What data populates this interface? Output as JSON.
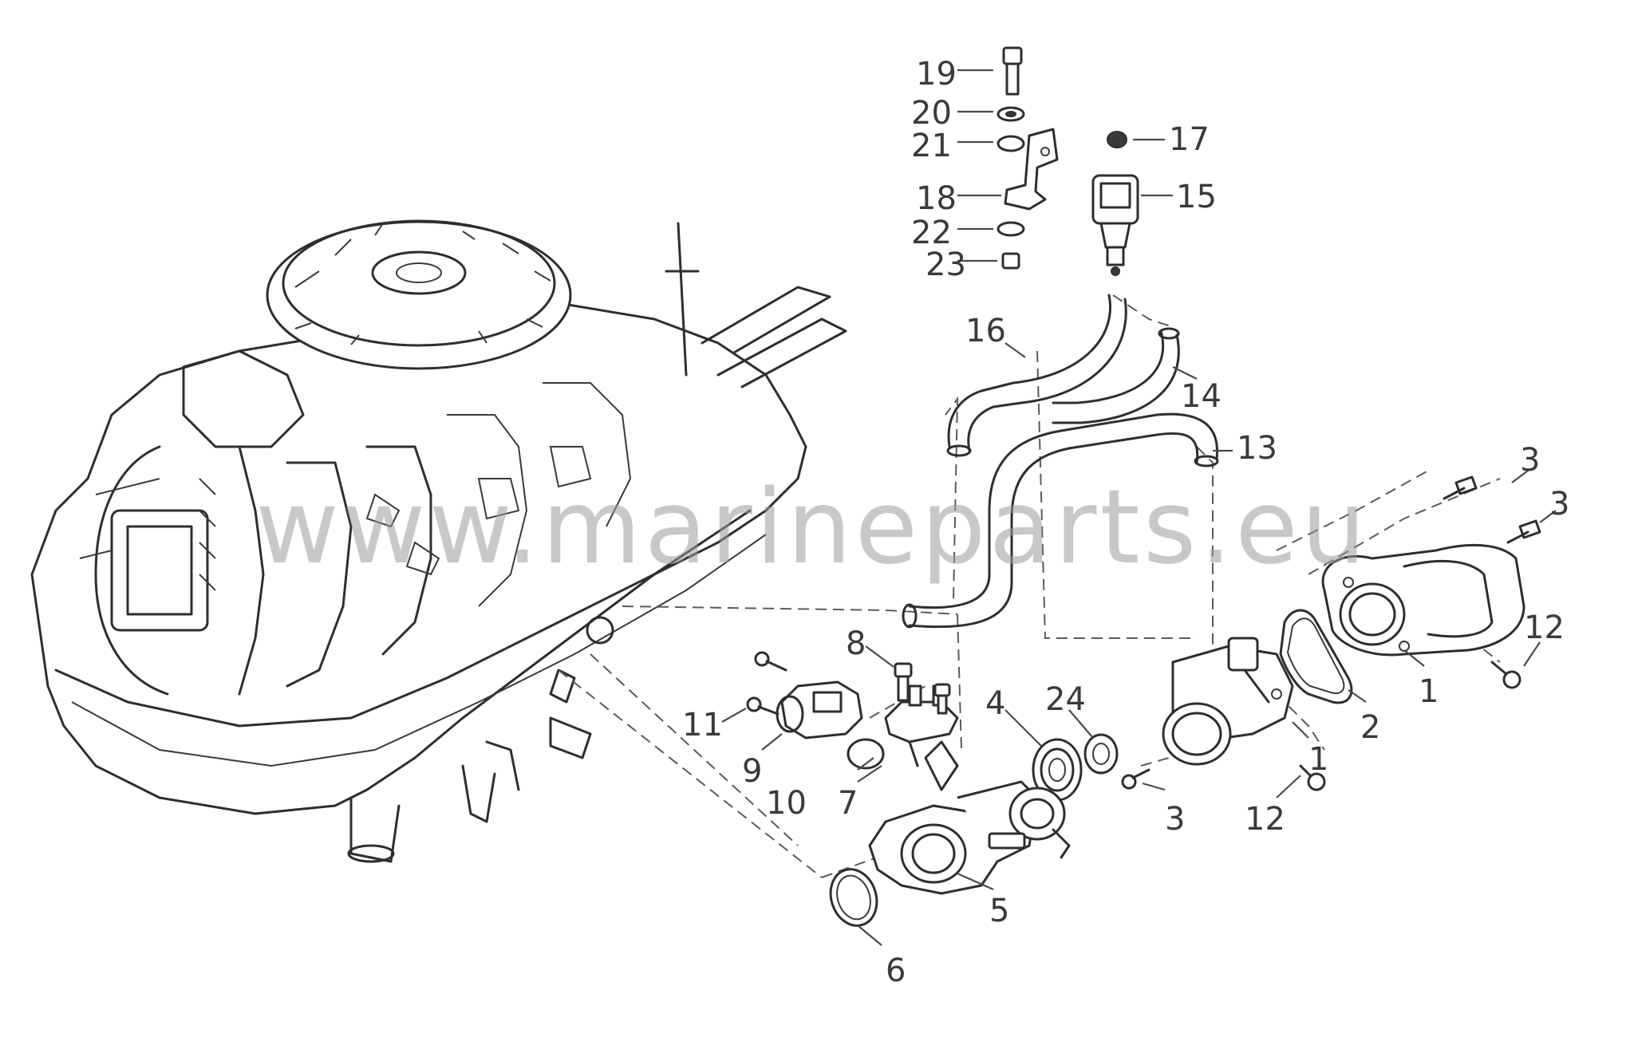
{
  "watermark": "www.marineparts.eu",
  "callouts": {
    "c1a": "1",
    "c1b": "1",
    "c2": "2",
    "c3a": "3",
    "c3b": "3",
    "c3c": "3",
    "c4": "4",
    "c5": "5",
    "c6": "6",
    "c7": "7",
    "c8": "8",
    "c9": "9",
    "c10": "10",
    "c11": "11",
    "c12a": "12",
    "c12b": "12",
    "c13": "13",
    "c14": "14",
    "c15": "15",
    "c16": "16",
    "c17": "17",
    "c18": "18",
    "c19": "19",
    "c20": "20",
    "c21": "21",
    "c22": "22",
    "c23": "23",
    "c24": "24"
  }
}
